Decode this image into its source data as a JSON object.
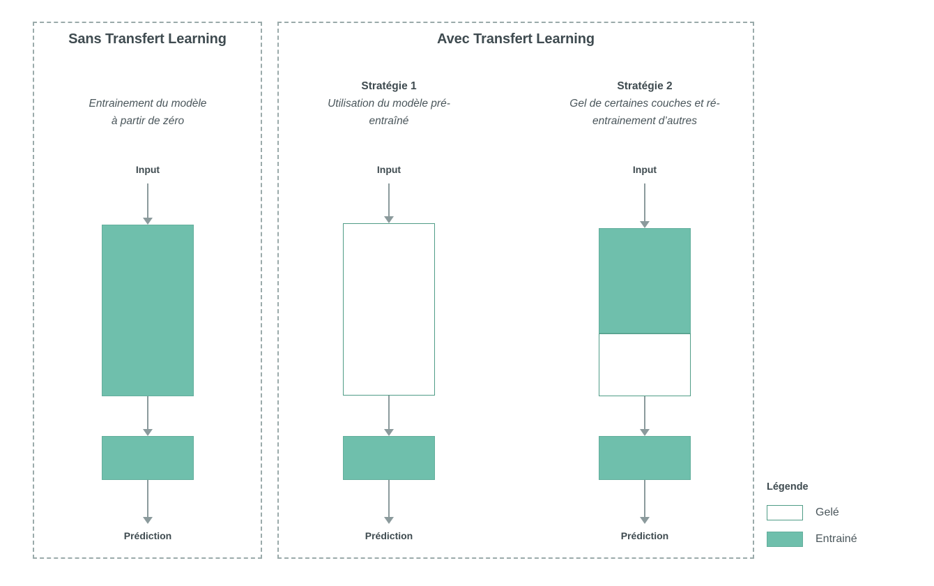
{
  "panels": [
    {
      "id": "left",
      "title": "Sans Transfert Learning"
    },
    {
      "id": "right",
      "title": "Avec Transfert Learning"
    }
  ],
  "columns": [
    {
      "id": "scratch",
      "strategy_name": "",
      "description_line1": "Entrainement du modèle",
      "description_line2": "à partir de zéro",
      "input_label": "Input",
      "output_label": "Prédiction",
      "blocks": [
        {
          "name": "backbone-block",
          "state": "trained"
        },
        {
          "name": "head-block",
          "state": "trained"
        }
      ]
    },
    {
      "id": "strategy1",
      "strategy_name": "Stratégie 1",
      "description_line1": "Utilisation du modèle pré-",
      "description_line2": "entraîné",
      "input_label": "Input",
      "output_label": "Prédiction",
      "blocks": [
        {
          "name": "backbone-block",
          "state": "frozen"
        },
        {
          "name": "head-block",
          "state": "trained"
        }
      ]
    },
    {
      "id": "strategy2",
      "strategy_name": "Stratégie 2",
      "description_line1": "Gel de certaines couches et ré-",
      "description_line2": "entrainement d’autres",
      "input_label": "Input",
      "output_label": "Prédiction",
      "blocks": [
        {
          "name": "backbone-upper-block",
          "state": "trained"
        },
        {
          "name": "backbone-lower-block",
          "state": "frozen"
        },
        {
          "name": "head-block",
          "state": "trained"
        }
      ]
    }
  ],
  "legend": {
    "title": "Légende",
    "items": [
      {
        "state": "frozen",
        "label": "Gelé"
      },
      {
        "state": "trained",
        "label": "Entrainé"
      }
    ]
  },
  "colors": {
    "trained_fill": "#6fbfac",
    "trained_border": "#63ae9c",
    "frozen_fill": "#ffffff",
    "frozen_border": "#4f9c86",
    "arrow": "#8b9a9c",
    "text": "#3f4b50",
    "panel_border": "#9aaaaa"
  }
}
